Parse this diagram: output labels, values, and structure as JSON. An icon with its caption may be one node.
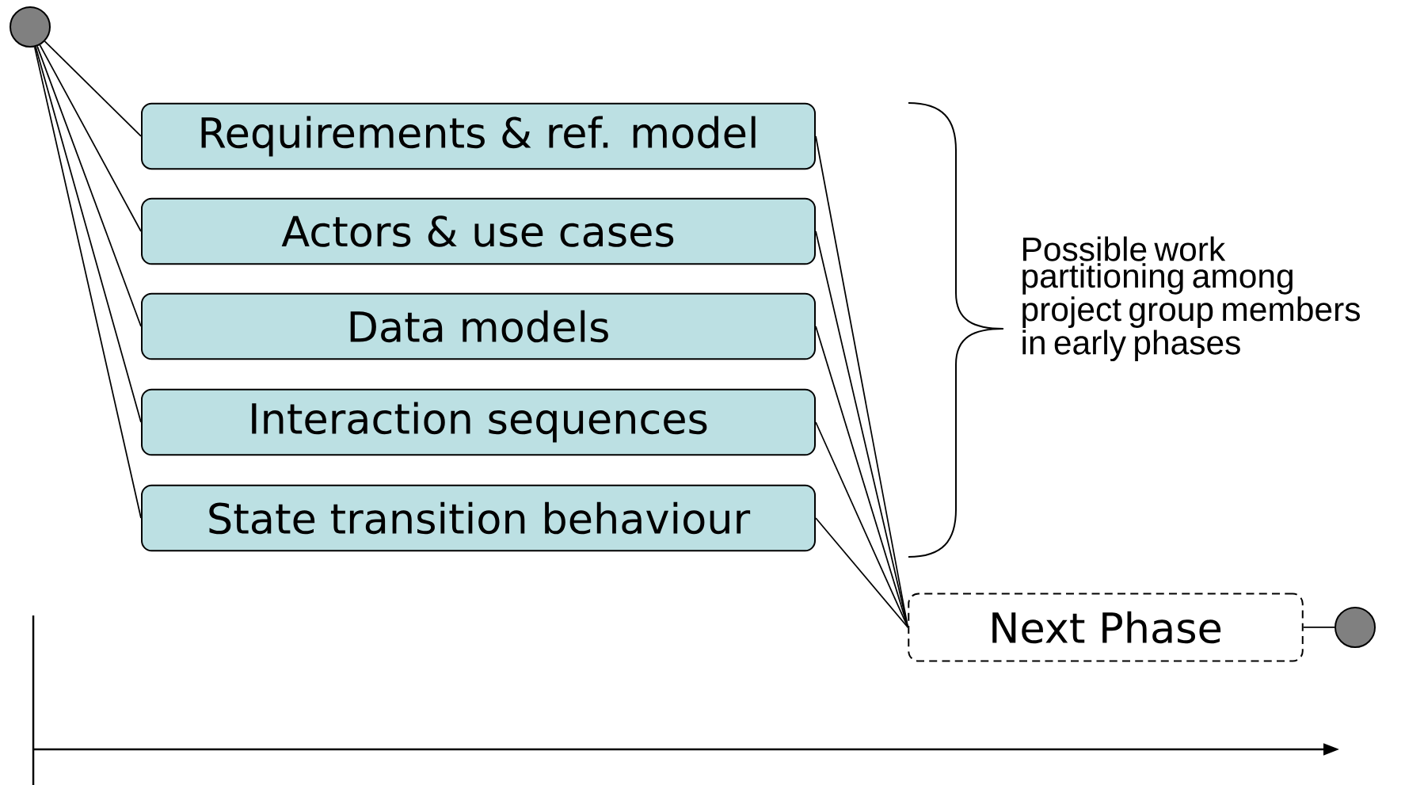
{
  "diagram": {
    "nodes": [
      {
        "text": [],
        "shape": "circle"
      },
      {
        "text": [
          "Requirements & ref. model"
        ]
      },
      {
        "text": [
          "Actors & use cases"
        ]
      },
      {
        "text": [
          "Data models"
        ]
      },
      {
        "text": [
          "Interaction sequences"
        ]
      },
      {
        "text": [
          "State transition behaviour"
        ]
      },
      {
        "text": [
          "Next Phase"
        ]
      },
      {
        "text": [],
        "shape": "circle"
      }
    ],
    "edges": [
      {
        "from": 0,
        "to": 1,
        "arrow": "none"
      },
      {
        "from": 0,
        "to": 2,
        "arrow": "none"
      },
      {
        "from": 0,
        "to": 3,
        "arrow": "none"
      },
      {
        "from": 0,
        "to": 4,
        "arrow": "none"
      },
      {
        "from": 0,
        "to": 5,
        "arrow": "none"
      },
      {
        "from": 1,
        "to": 6,
        "arrow": "none"
      },
      {
        "from": 2,
        "to": 6,
        "arrow": "none"
      },
      {
        "from": 3,
        "to": 6,
        "arrow": "none"
      },
      {
        "from": 4,
        "to": 6,
        "arrow": "none"
      },
      {
        "from": 5,
        "to": 6,
        "arrow": "none"
      },
      {
        "from": 6,
        "to": 7,
        "arrow": "none"
      }
    ],
    "labels": [
      "Possible work partitioning among project group members in early phases"
    ]
  }
}
